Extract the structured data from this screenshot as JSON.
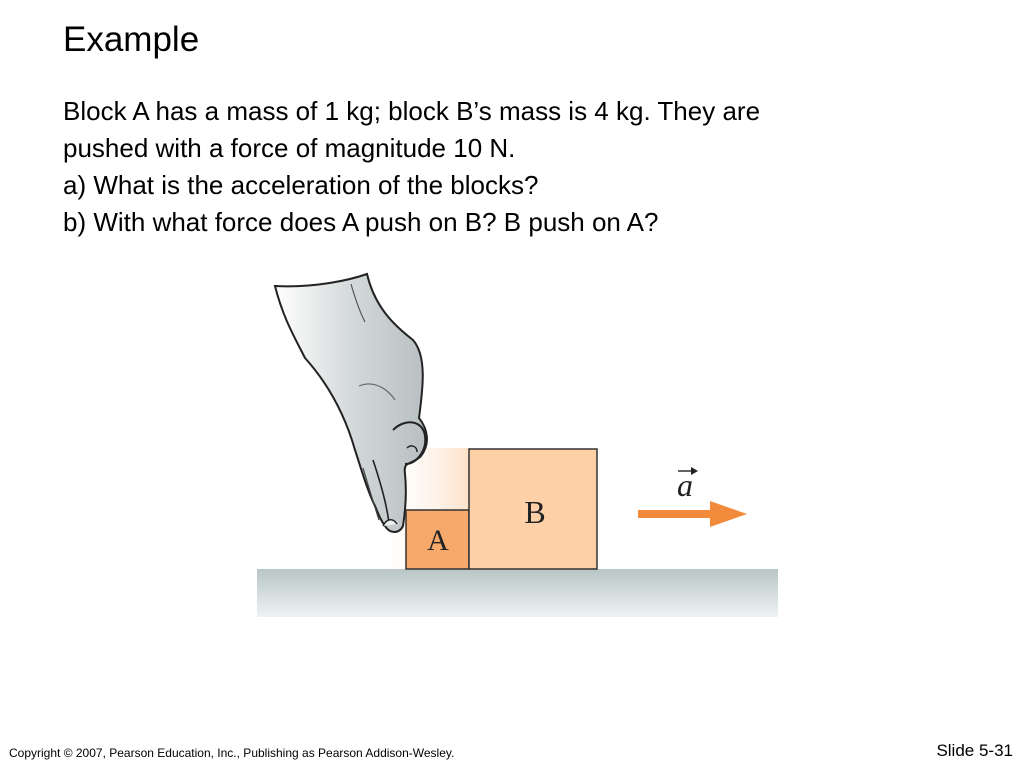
{
  "slide": {
    "title": "Example",
    "body_lines": [
      "Block A has a mass of 1 kg; block B’s mass is 4 kg. They are",
      "pushed with a force of magnitude 10 N.",
      "a) What is the acceleration of the blocks?",
      "b) With what force does A push on B? B push on A?"
    ]
  },
  "figure": {
    "block_a_label": "A",
    "block_b_label": "B",
    "acceleration_label": "a",
    "colors": {
      "block_a": "#f7a86b",
      "block_b": "#fdd0a8",
      "arrow": "#f28a3b",
      "surface": "#c8d3d3",
      "block_outline": "#333333"
    }
  },
  "footer": {
    "copyright": "Copyright © 2007, Pearson Education, Inc., Publishing as Pearson Addison-Wesley.",
    "slide_number": "Slide 5-31"
  }
}
